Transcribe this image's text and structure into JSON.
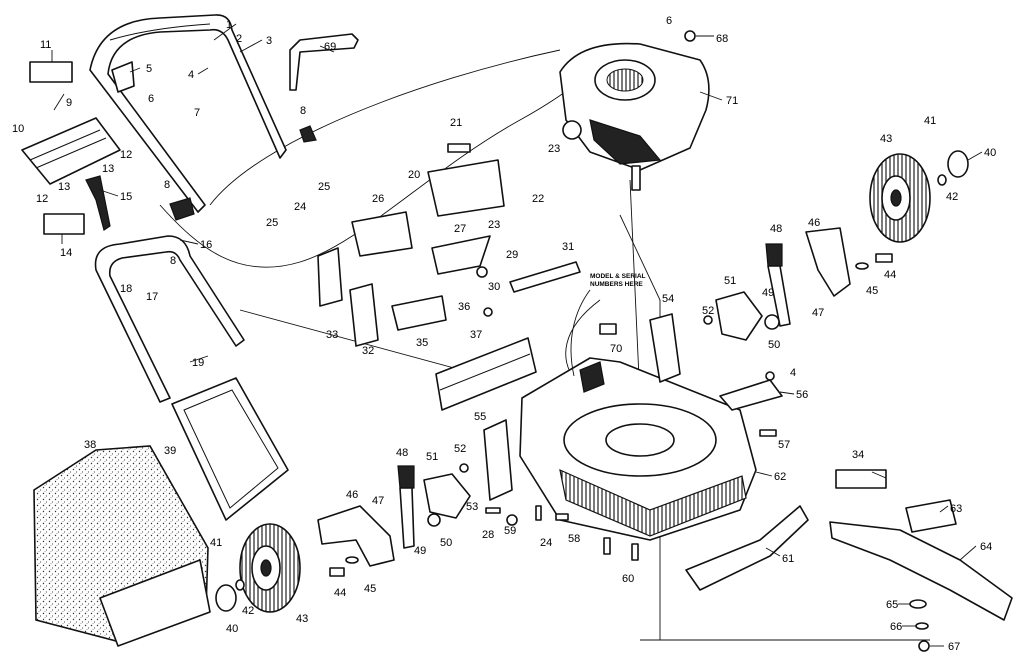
{
  "model_note": [
    "MODEL & SERIAL",
    "NUMBERS HERE"
  ],
  "callouts": [
    {
      "id": "c1",
      "label": "1"
    },
    {
      "id": "c2",
      "label": "2"
    },
    {
      "id": "c3",
      "label": "3"
    },
    {
      "id": "c4",
      "label": "4"
    },
    {
      "id": "c5",
      "label": "5"
    },
    {
      "id": "c6",
      "label": "6"
    },
    {
      "id": "c7",
      "label": "7"
    },
    {
      "id": "c8",
      "label": "8"
    },
    {
      "id": "c8b",
      "label": "8"
    },
    {
      "id": "c8c",
      "label": "8"
    },
    {
      "id": "c9",
      "label": "9"
    },
    {
      "id": "c10",
      "label": "10"
    },
    {
      "id": "c11",
      "label": "11"
    },
    {
      "id": "c12",
      "label": "12"
    },
    {
      "id": "c12b",
      "label": "12"
    },
    {
      "id": "c13",
      "label": "13"
    },
    {
      "id": "c13b",
      "label": "13"
    },
    {
      "id": "c14",
      "label": "14"
    },
    {
      "id": "c15",
      "label": "15"
    },
    {
      "id": "c16",
      "label": "16"
    },
    {
      "id": "c17",
      "label": "17"
    },
    {
      "id": "c18",
      "label": "18"
    },
    {
      "id": "c19",
      "label": "19"
    },
    {
      "id": "c20",
      "label": "20"
    },
    {
      "id": "c21",
      "label": "21"
    },
    {
      "id": "c22",
      "label": "22"
    },
    {
      "id": "c23",
      "label": "23"
    },
    {
      "id": "c23b",
      "label": "23"
    },
    {
      "id": "c24",
      "label": "24"
    },
    {
      "id": "c24b",
      "label": "24"
    },
    {
      "id": "c25",
      "label": "25"
    },
    {
      "id": "c25b",
      "label": "25"
    },
    {
      "id": "c26",
      "label": "26"
    },
    {
      "id": "c27",
      "label": "27"
    },
    {
      "id": "c28",
      "label": "28"
    },
    {
      "id": "c29",
      "label": "29"
    },
    {
      "id": "c30",
      "label": "30"
    },
    {
      "id": "c31",
      "label": "31"
    },
    {
      "id": "c32",
      "label": "32"
    },
    {
      "id": "c33",
      "label": "33"
    },
    {
      "id": "c34",
      "label": "34"
    },
    {
      "id": "c35",
      "label": "35"
    },
    {
      "id": "c36",
      "label": "36"
    },
    {
      "id": "c37",
      "label": "37"
    },
    {
      "id": "c38",
      "label": "38"
    },
    {
      "id": "c39",
      "label": "39"
    },
    {
      "id": "c40",
      "label": "40"
    },
    {
      "id": "c40b",
      "label": "40"
    },
    {
      "id": "c41",
      "label": "41"
    },
    {
      "id": "c41b",
      "label": "41"
    },
    {
      "id": "c42",
      "label": "42"
    },
    {
      "id": "c42b",
      "label": "42"
    },
    {
      "id": "c43",
      "label": "43"
    },
    {
      "id": "c43b",
      "label": "43"
    },
    {
      "id": "c44",
      "label": "44"
    },
    {
      "id": "c44b",
      "label": "44"
    },
    {
      "id": "c45",
      "label": "45"
    },
    {
      "id": "c45b",
      "label": "45"
    },
    {
      "id": "c46",
      "label": "46"
    },
    {
      "id": "c46b",
      "label": "46"
    },
    {
      "id": "c47",
      "label": "47"
    },
    {
      "id": "c47b",
      "label": "47"
    },
    {
      "id": "c48",
      "label": "48"
    },
    {
      "id": "c48b",
      "label": "48"
    },
    {
      "id": "c49",
      "label": "49"
    },
    {
      "id": "c49b",
      "label": "49"
    },
    {
      "id": "c50",
      "label": "50"
    },
    {
      "id": "c50b",
      "label": "50"
    },
    {
      "id": "c51",
      "label": "51"
    },
    {
      "id": "c51b",
      "label": "51"
    },
    {
      "id": "c52",
      "label": "52"
    },
    {
      "id": "c52b",
      "label": "52"
    },
    {
      "id": "c53",
      "label": "53"
    },
    {
      "id": "c54",
      "label": "54"
    },
    {
      "id": "c55",
      "label": "55"
    },
    {
      "id": "c56",
      "label": "56"
    },
    {
      "id": "c57",
      "label": "57"
    },
    {
      "id": "c58",
      "label": "58"
    },
    {
      "id": "c59",
      "label": "59"
    },
    {
      "id": "c60",
      "label": "60"
    },
    {
      "id": "c61",
      "label": "61"
    },
    {
      "id": "c62",
      "label": "62"
    },
    {
      "id": "c63",
      "label": "63"
    },
    {
      "id": "c64",
      "label": "64"
    },
    {
      "id": "c65",
      "label": "65"
    },
    {
      "id": "c66",
      "label": "66"
    },
    {
      "id": "c67",
      "label": "67"
    },
    {
      "id": "c68",
      "label": "68"
    },
    {
      "id": "c69",
      "label": "69"
    },
    {
      "id": "c70",
      "label": "70"
    },
    {
      "id": "c71",
      "label": "71"
    },
    {
      "id": "c4b",
      "label": "4"
    },
    {
      "id": "c6b",
      "label": "6"
    }
  ]
}
